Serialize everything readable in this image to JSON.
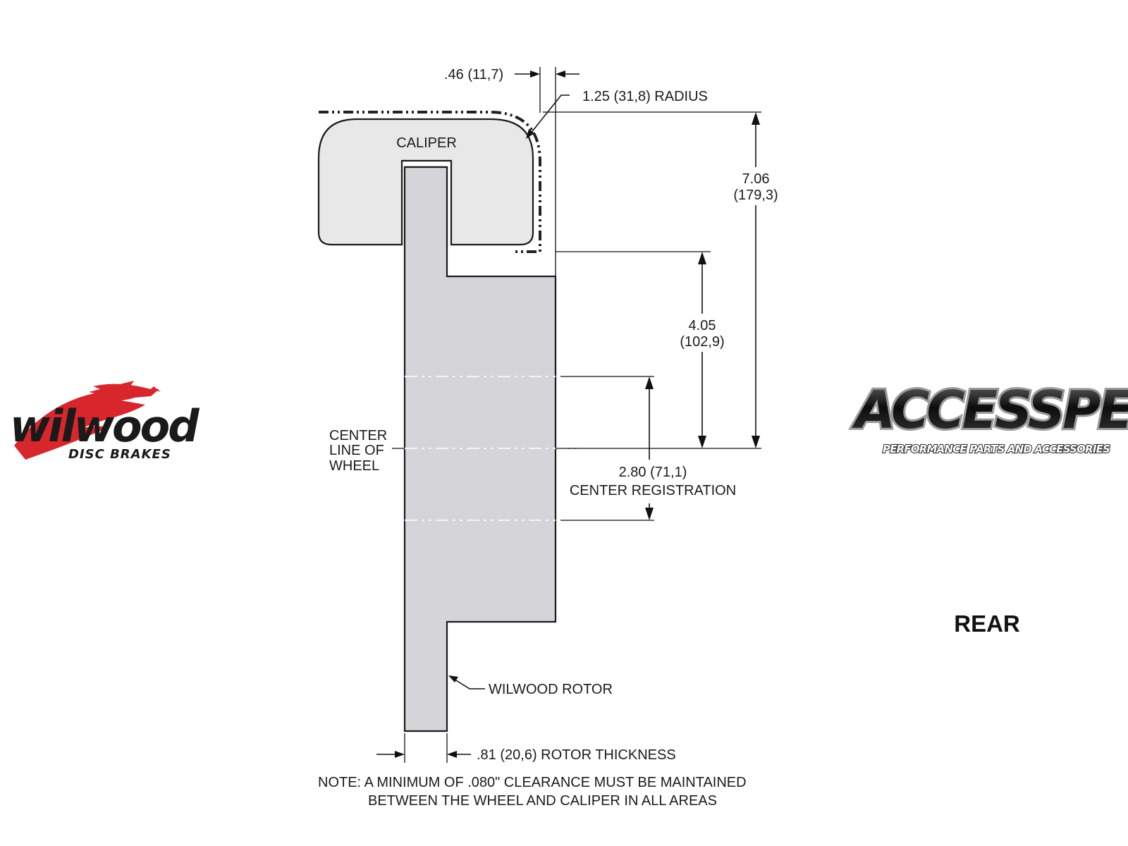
{
  "diagram": {
    "labels": {
      "caliper": "CALIPER",
      "offset_dim": ".46 (11,7)",
      "radius_dim": "1.25 (31,8) RADIUS",
      "height_dim_in": "7.06",
      "height_dim_mm": "(179,3)",
      "caliper_dim_in": "4.05",
      "caliper_dim_mm": "(102,9)",
      "centerline_1": "CENTER",
      "centerline_2": "LINE OF",
      "centerline_3": "WHEEL",
      "registration_1": "2.80 (71,1)",
      "registration_2": "CENTER REGISTRATION",
      "rotor": "WILWOOD ROTOR",
      "rotor_thickness": ".81 (20,6) ROTOR THICKNESS",
      "note_1": "NOTE: A MINIMUM OF .080\" CLEARANCE MUST BE MAINTAINED",
      "note_2": "BETWEEN THE WHEEL AND CALIPER IN ALL AREAS",
      "position": "REAR"
    },
    "logos": {
      "wilwood_word": "wilwood",
      "wilwood_sub": "DISC BRAKES",
      "accesspeed_word": "ACCESSPEED",
      "accesspeed_sub": "PERFORMANCE PARTS AND ACCESSORIES"
    },
    "colors": {
      "part_fill": "#d4d4d9",
      "caliper_fill": "#e8e8e8",
      "wilwood_red": "#d8262d",
      "line": "#111111"
    }
  }
}
